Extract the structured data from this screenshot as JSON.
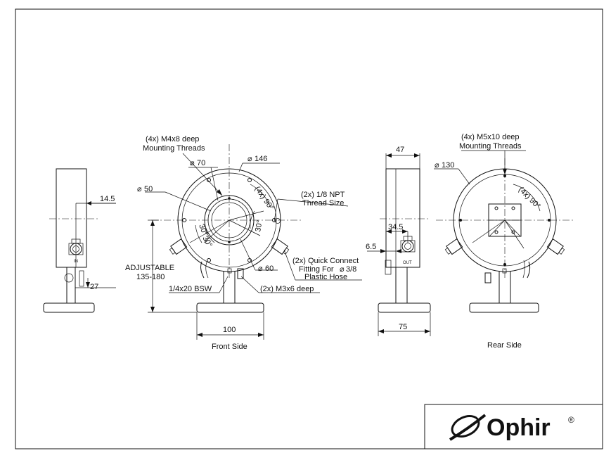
{
  "labels": {
    "side_width": "14.5",
    "side_height": "27",
    "in_label": "IN",
    "front_threads_line1": "(4x) M4x8 deep",
    "front_threads_line2": "Mounting Threads",
    "dia_146": "146",
    "dia_70": "70",
    "dia_50": "50",
    "angle_4x90_front": "(4x) 90°",
    "npt_line1": "(2x) 1/8 NPT",
    "npt_line2": "Thread Size",
    "angle_30_a": "30°",
    "angle_30_b": "30°",
    "angle_30_c": "30°",
    "qc_line1": "(2x) Quick Connect",
    "qc_line2": "Fitting For",
    "qc_dia": "3/8",
    "qc_line3": "Plastic Hose",
    "adjustable_line1": "ADJUSTABLE",
    "adjustable_line2": "135-180",
    "dia_60": "60",
    "bsw": "1/4x20 BSW",
    "m3": "(2x) M3x6 deep",
    "front_base_width": "100",
    "front_caption": "Front Side",
    "rear_side_width": "47",
    "rear_side_offset": "34.5",
    "rear_side_small": "6.5",
    "out_label": "OUT",
    "rear_side_base": "75",
    "rear_threads_line1": "(4x) M5x10 deep",
    "rear_threads_line2": "Mounting Threads",
    "dia_130": "130",
    "angle_4x90_rear": "(4x) 90°",
    "rear_caption": "Rear Side"
  },
  "logo": {
    "brand": "Ophir",
    "registered": "®"
  }
}
